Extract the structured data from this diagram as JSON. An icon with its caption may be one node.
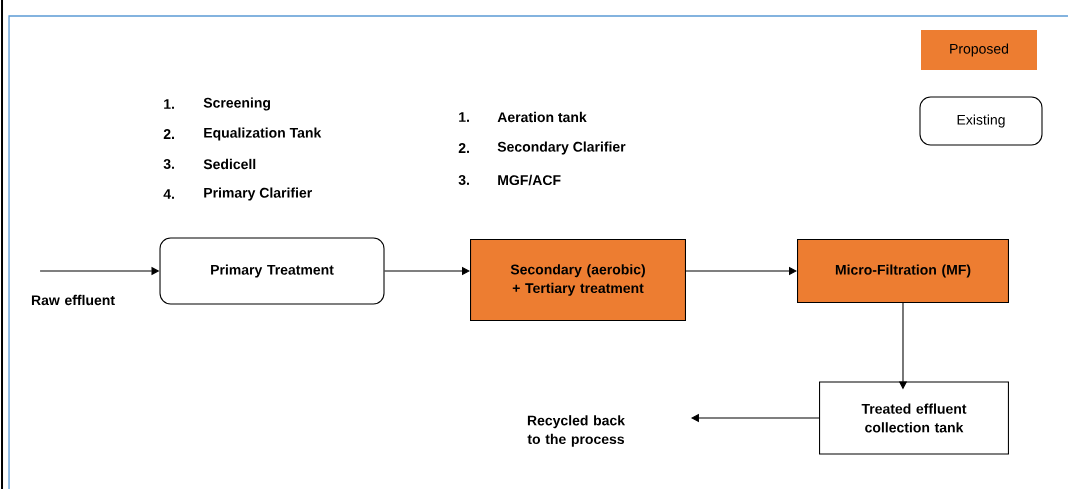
{
  "diagram": {
    "nodes": [
      {
        "text": [
          "Raw effluent"
        ]
      },
      {
        "text": [
          "Primary Treatment"
        ]
      },
      {
        "text": [
          "Secondary (aerobic) + Tertiary treatment"
        ]
      },
      {
        "text": [
          "Micro-Filtration (MF)"
        ]
      },
      {
        "text": [
          "Treated effluent collection tank"
        ]
      },
      {
        "text": [
          "Recycled back to the process"
        ]
      }
    ],
    "edges": [
      {
        "from": 0,
        "to": 1,
        "arrow": "to"
      },
      {
        "from": 1,
        "to": 2,
        "arrow": "to"
      },
      {
        "from": 2,
        "to": 3,
        "arrow": "to"
      },
      {
        "from": 3,
        "to": 4,
        "arrow": "to"
      },
      {
        "from": 4,
        "to": 5,
        "arrow": "to"
      }
    ],
    "labels": [
      "1.",
      "Screening",
      "2.",
      "Equalization Tank",
      "3.",
      "Sedicell",
      "4.",
      "Primary Clarifier",
      "1.",
      "Aeration tank",
      "2.",
      "Secondary Clarifier",
      "3.",
      "MGF/ACF"
    ],
    "legend": [
      {
        "text": "Proposed",
        "color": "#ed7d31"
      },
      {
        "text": "Existing"
      }
    ]
  }
}
